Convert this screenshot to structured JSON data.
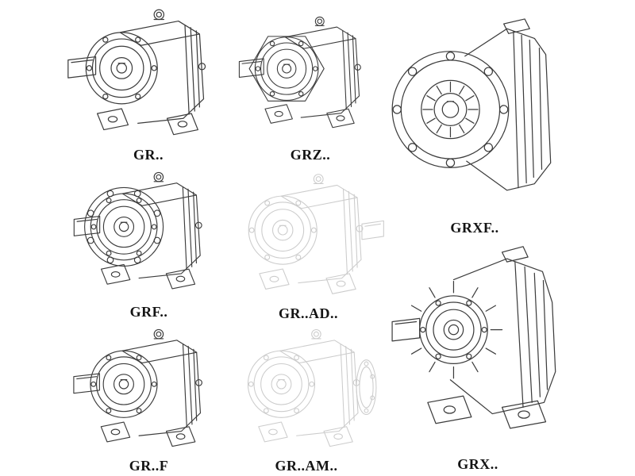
{
  "page": {
    "background": "#ffffff"
  },
  "colors": {
    "line": "#3c3c3c",
    "line_light": "#cccccc",
    "label": "#141414",
    "background": "#ffffff"
  },
  "items": [
    {
      "id": "gr",
      "label": "GR..",
      "style": "dark"
    },
    {
      "id": "grz",
      "label": "GRZ..",
      "style": "dark"
    },
    {
      "id": "grxf",
      "label": "GRXF..",
      "style": "dark"
    },
    {
      "id": "grf",
      "label": "GRF..",
      "style": "dark"
    },
    {
      "id": "grad",
      "label": "GR..AD..",
      "style": "light"
    },
    {
      "id": "grff",
      "label": "GR..F",
      "style": "dark"
    },
    {
      "id": "gram",
      "label": "GR..AM..",
      "style": "light"
    },
    {
      "id": "grx",
      "label": "GRX..",
      "style": "dark"
    }
  ]
}
